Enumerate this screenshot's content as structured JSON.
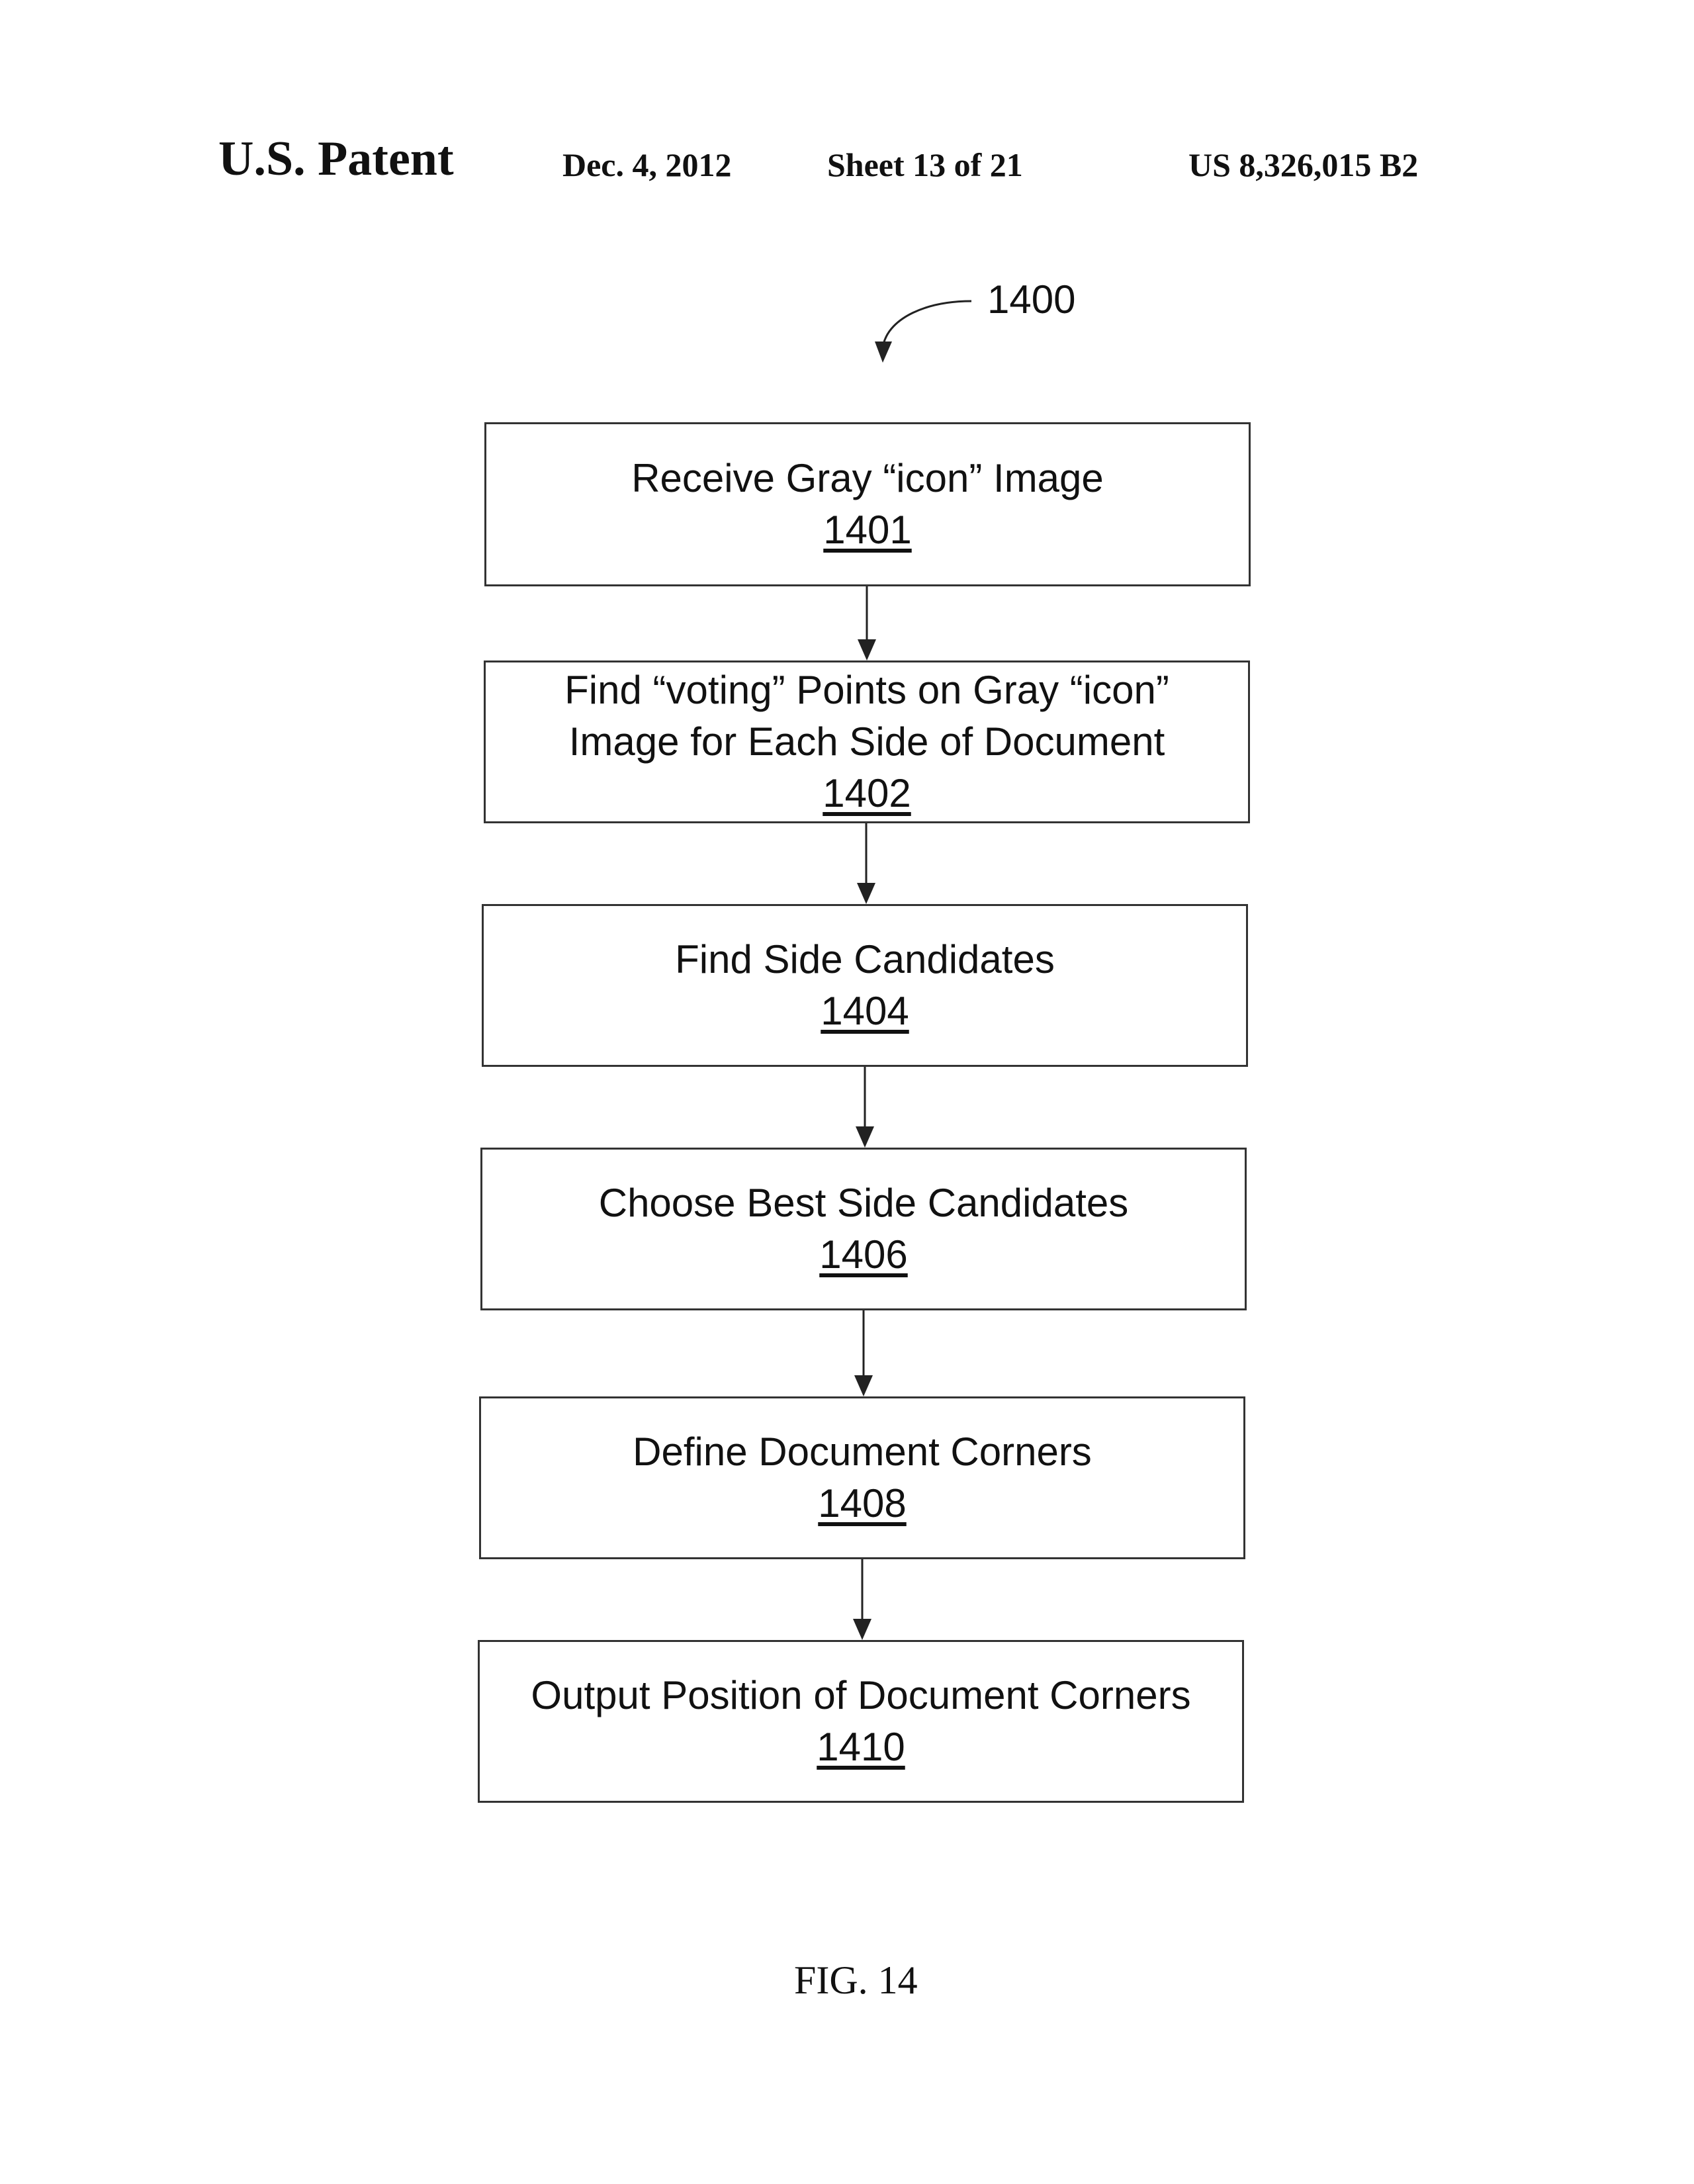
{
  "header": {
    "title": "U.S. Patent",
    "date": "Dec. 4, 2012",
    "sheet": "Sheet 13 of 21",
    "patent_number": "US 8,326,015 B2"
  },
  "diagram": {
    "reference": "1400",
    "steps": [
      {
        "label": "Receive Gray “icon” Image",
        "number": "1401"
      },
      {
        "label": "Find “voting” Points on Gray “icon” Image for Each Side of Document",
        "number": "1402"
      },
      {
        "label": "Find Side Candidates",
        "number": "1404"
      },
      {
        "label": "Choose Best Side Candidates",
        "number": "1406"
      },
      {
        "label": "Define Document Corners",
        "number": "1408"
      },
      {
        "label": "Output Position of Document Corners",
        "number": "1410"
      }
    ]
  },
  "figure_label": "FIG. 14"
}
